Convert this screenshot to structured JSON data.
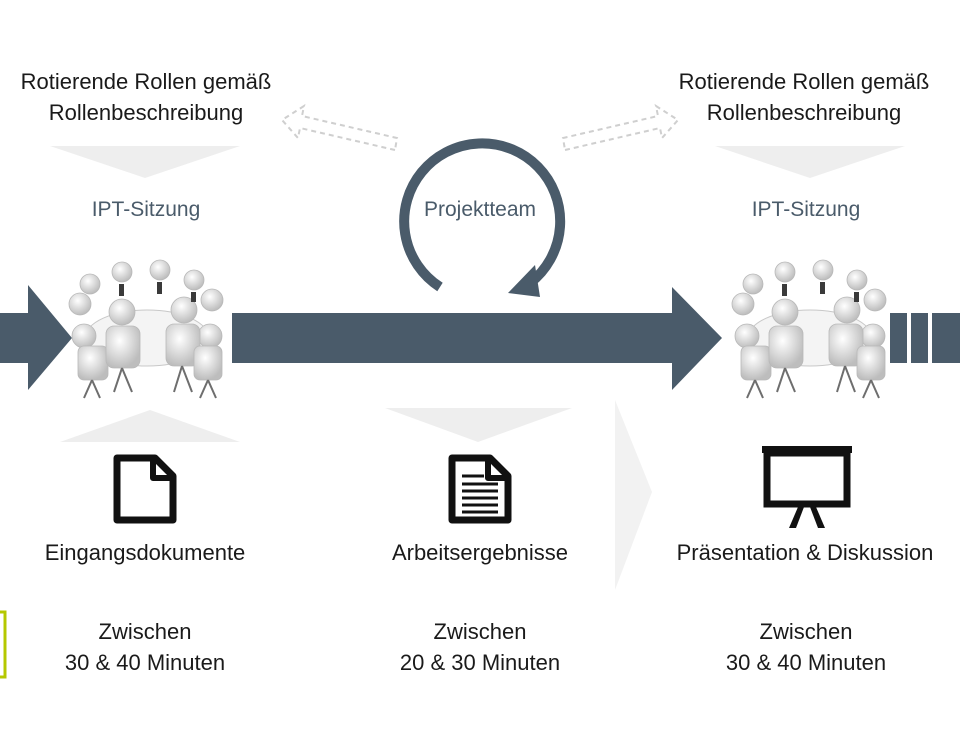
{
  "left": {
    "role_line1": "Rotierende Rollen gemäß",
    "role_line2": "Rollenbeschreibung",
    "session": "IPT-Sitzung"
  },
  "center": {
    "team": "Projektteam"
  },
  "right": {
    "role_line1": "Rotierende Rollen gemäß",
    "role_line2": "Rollenbeschreibung",
    "session": "IPT-Sitzung"
  },
  "outputs": [
    {
      "label": "Eingangsdokumente",
      "icon": "blank-document-icon",
      "dur_line1": "Zwischen",
      "dur_line2": "30 & 40 Minuten"
    },
    {
      "label": "Arbeitsergebnisse",
      "icon": "text-document-icon",
      "dur_line1": "Zwischen",
      "dur_line2": "20 & 30 Minuten"
    },
    {
      "label": "Präsentation & Diskussion",
      "icon": "presentation-board-icon",
      "dur_line1": "Zwischen",
      "dur_line2": "30 & 40 Minuten"
    }
  ],
  "colors": {
    "flow_arrow": "#4a5b6a",
    "cycle_arrow": "#4a5b6a",
    "label_text": "#4a5b6a",
    "funnel_gray": "#eeeeee",
    "accent_bracket": "#b5c800"
  }
}
